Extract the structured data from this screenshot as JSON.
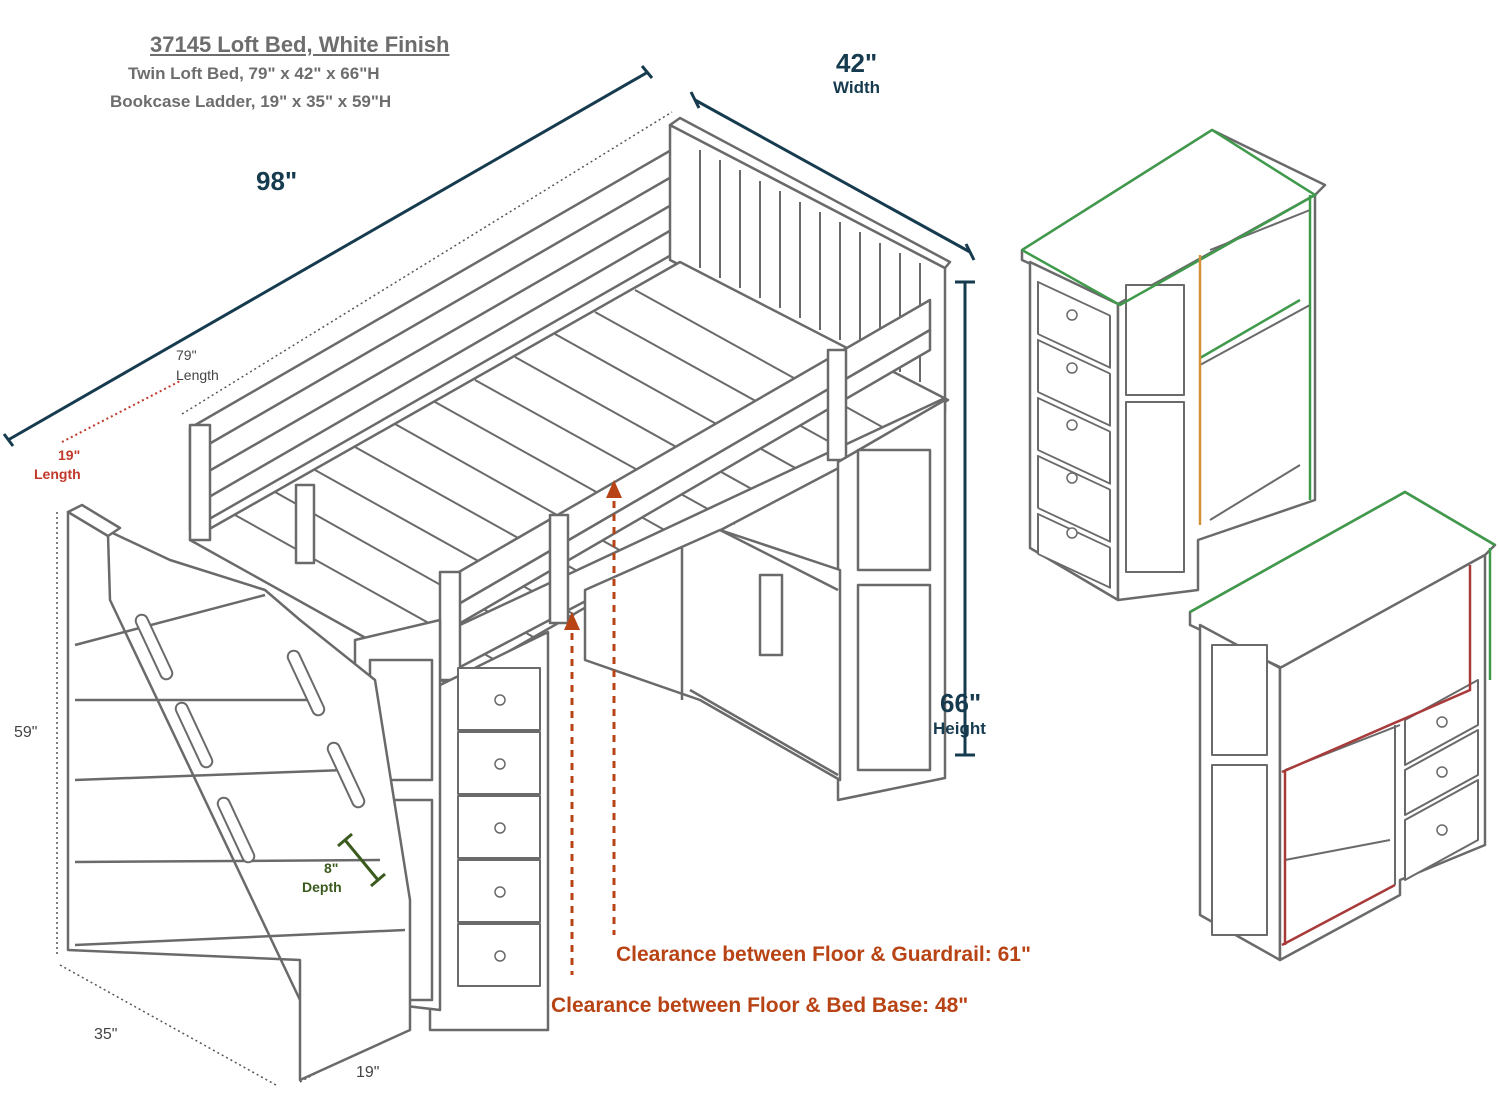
{
  "header": {
    "title": "37145 Loft Bed, White Finish",
    "line1": "Twin Loft Bed, 79\" x 42\" x 66\"H",
    "line2": "Bookcase Ladder, 19\" x 35\" x 59\"H"
  },
  "dimensions": {
    "overall_length": "98\"",
    "width_value": "42\"",
    "width_label": "Width",
    "height_value": "66\"",
    "height_label": "Height",
    "bed_length_value": "79\"",
    "bed_length_label": "Length",
    "ladder_length_value": "19\"",
    "ladder_length_label": "Length",
    "ladder_height": "59\"",
    "ladder_width": "35\"",
    "ladder_depth": "19\"",
    "step_depth_value": "8\"",
    "step_depth_label": "Depth"
  },
  "clearances": {
    "guardrail": "Clearance between Floor & Guardrail: 61\"",
    "bed_base": "Clearance between Floor & Bed Base: 48\""
  },
  "colors": {
    "dimension_line": "#163b4f",
    "clearance_arrow": "#b84315",
    "outline": "#6a6a6a",
    "green_edge": "#3f9a4b",
    "orange_edge": "#d4913a",
    "red_edge": "#a83a3a"
  }
}
